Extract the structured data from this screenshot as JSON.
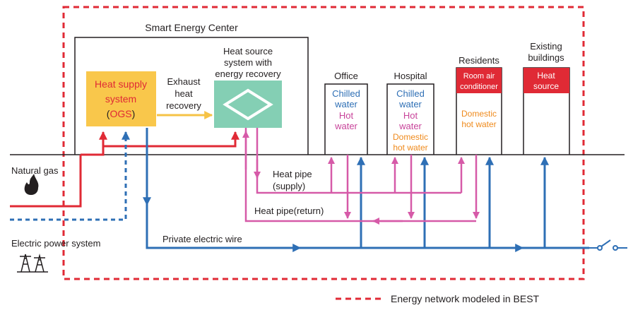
{
  "colors": {
    "boundary": "#e02a35",
    "gas": "#e02a35",
    "electric": "#2e6fb5",
    "heat": "#d65aa8",
    "exhaust": "#f6c346",
    "ogs_box": "#f9c74b",
    "recovery_box": "#84cfb4",
    "ground": "#231f20",
    "chilled": "#2e6fb5",
    "hot": "#c8449a",
    "domestic": "#ef8a1c",
    "red_label": "#e02a35"
  },
  "icons": {
    "gas": "flame-icon",
    "power": "transmission-tower-icon",
    "switch": "switch-icon"
  },
  "center": {
    "title": "Smart Energy Center",
    "ogs": {
      "line1": "Heat supply",
      "line2": "system",
      "paren_open": "(",
      "ogs": "OGS",
      "paren_close": ")"
    },
    "exhaust": {
      "line1": "Exhaust",
      "line2": "heat",
      "line3": "recovery"
    },
    "recovery": {
      "line1": "Heat source",
      "line2": "system with",
      "line3": "energy recovery"
    }
  },
  "buildings": {
    "office": {
      "title": "Office",
      "chilled_1": "Chilled",
      "chilled_2": "water",
      "hot_1": "Hot",
      "hot_2": "water"
    },
    "hospital": {
      "title": "Hospital",
      "chilled_1": "Chilled",
      "chilled_2": "water",
      "hot_1": "Hot",
      "hot_2": "water",
      "domestic_1": "Domestic",
      "domestic_2": "hot water"
    },
    "residents": {
      "title": "Residents",
      "room_air_1": "Room air",
      "room_air_2": "conditioner",
      "domestic_1": "Domestic",
      "domestic_2": "hot water"
    },
    "existing": {
      "title_1": "Existing",
      "title_2": "buildings",
      "heat_source_1": "Heat",
      "heat_source_2": "source"
    }
  },
  "lines": {
    "natural_gas": "Natural gas",
    "electric_power": "Electric power system",
    "private_wire": "Private electric wire",
    "heat_pipe_supply_1": "Heat pipe",
    "heat_pipe_supply_2": "(supply)",
    "heat_pipe_return": "Heat pipe(return)"
  },
  "legend": {
    "label": "Energy network modeled in BEST"
  }
}
